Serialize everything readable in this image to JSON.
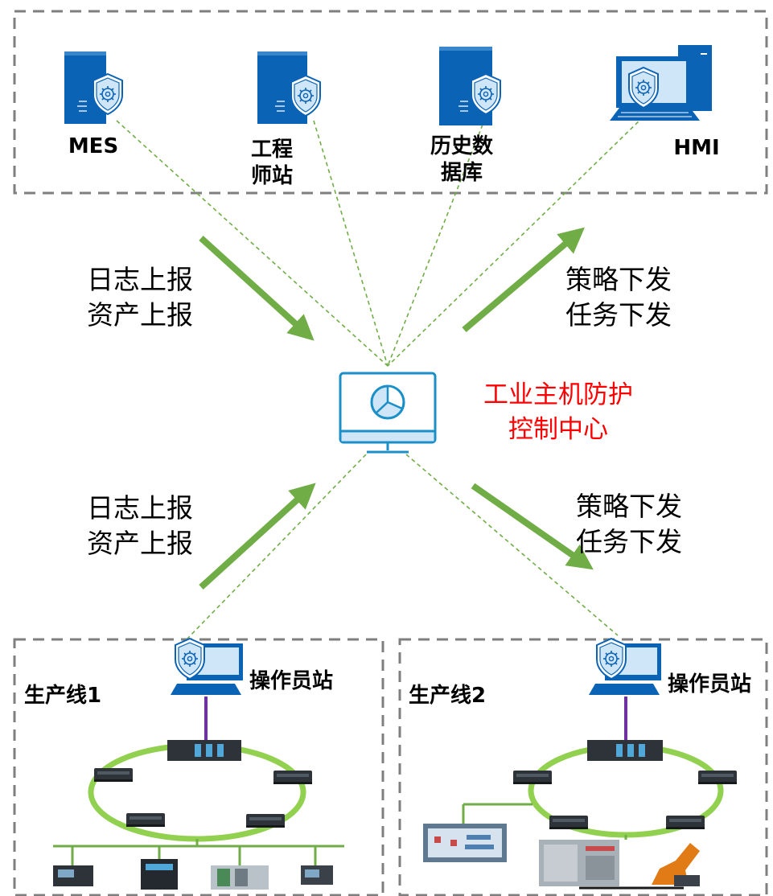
{
  "nodes": {
    "mes": "MES",
    "engineer": "工程\n师站",
    "historian": "历史数\n据库",
    "hmi": "HMI"
  },
  "flows": {
    "report_top": "日志上报\n资产上报",
    "deploy_top": "策略下发\n任务下发",
    "report_bottom": "日志上报\n资产上报",
    "deploy_bottom": "策略下发\n任务下发"
  },
  "center": {
    "title": "工业主机防护\n控制中心",
    "color": "#ff0000"
  },
  "line1": {
    "title": "生产线1",
    "station": "操作员站"
  },
  "line2": {
    "title": "生产线2",
    "station": "操作员站"
  },
  "colors": {
    "arrow": "#70ad47",
    "dashed_link": "#70ad47",
    "box_border": "#7f7f7f",
    "server_blue": "#0b63b6",
    "ring_green": "#92d050",
    "connector_purple": "#7030a0",
    "monitor_blue": "#1b8fc7"
  }
}
